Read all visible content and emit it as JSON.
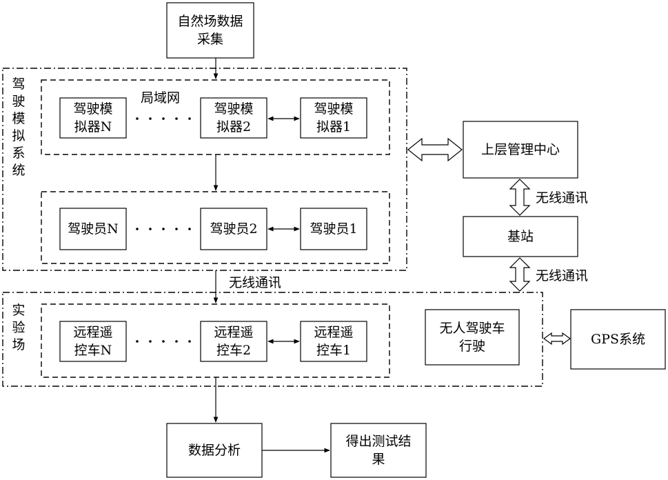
{
  "nodes": {
    "natural_data": "自然场数据\n采集",
    "sim_n": "驾驶模\n拟器N",
    "sim_2": "驾驶模\n拟器2",
    "sim_1": "驾驶模\n拟器1",
    "driver_n": "驾驶员N",
    "driver_2": "驾驶员2",
    "driver_1": "驾驶员1",
    "car_n": "远程遥\n控车N",
    "car_2": "远程遥\n控车2",
    "car_1": "远程遥\n控车1",
    "unmanned": "无人驾驶车\n行驶",
    "gps": "GPS系统",
    "mgmt": "上层管理中心",
    "base": "基站",
    "analysis": "数据分析",
    "result": "得出测试结\n果"
  },
  "groups": {
    "sim_system": "驾驶模拟系统",
    "test_field": "实验场"
  },
  "labels": {
    "lan": "局域网",
    "wireless_1": "无线通讯",
    "wireless_2": "无线通讯",
    "wireless_3": "无线通讯"
  }
}
